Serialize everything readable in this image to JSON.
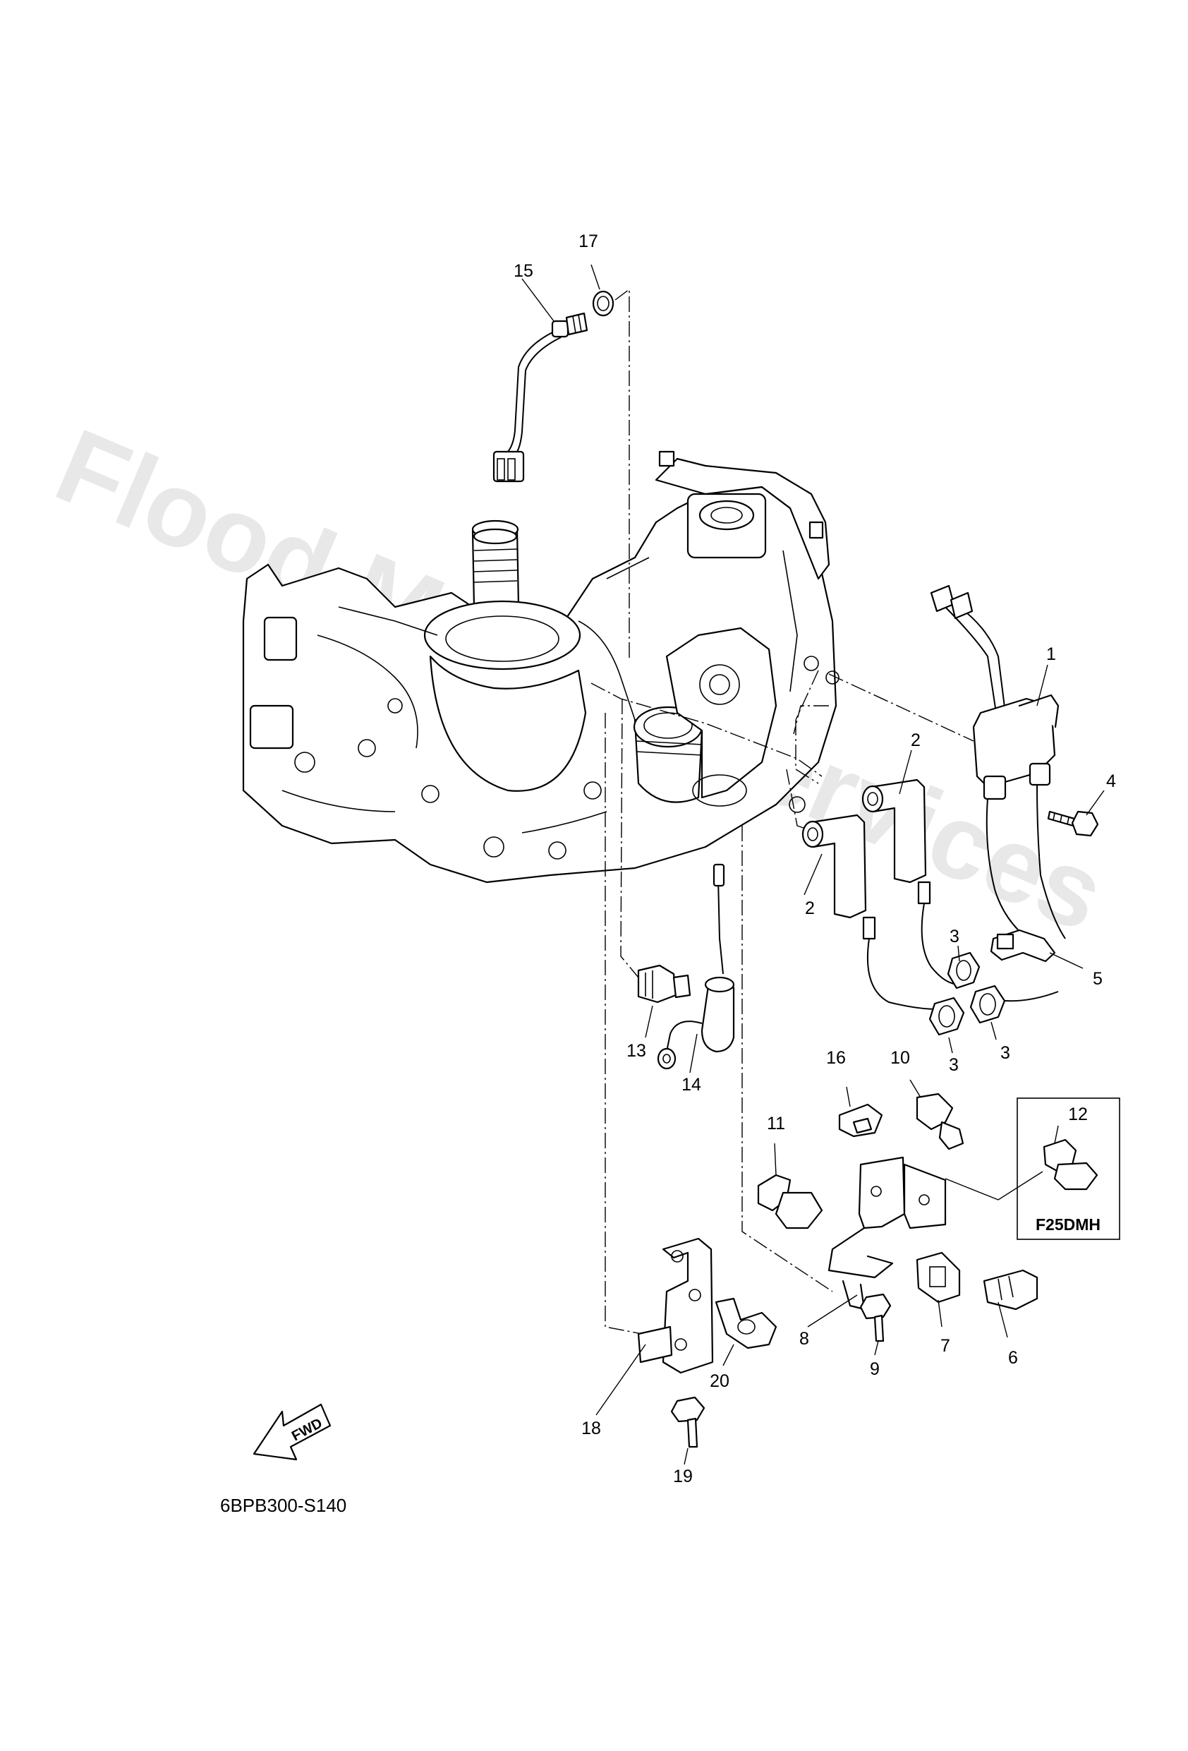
{
  "diagram": {
    "drawing_code": "6BPB300-S140",
    "variant_label": "F25DMH",
    "fwd_label": "FWD",
    "watermark": "Flood Marine Services",
    "callouts": [
      "1",
      "2",
      "2",
      "3",
      "3",
      "3",
      "4",
      "5",
      "6",
      "7",
      "8",
      "9",
      "10",
      "11",
      "12",
      "13",
      "14",
      "15",
      "16",
      "17",
      "18",
      "19",
      "20"
    ]
  }
}
